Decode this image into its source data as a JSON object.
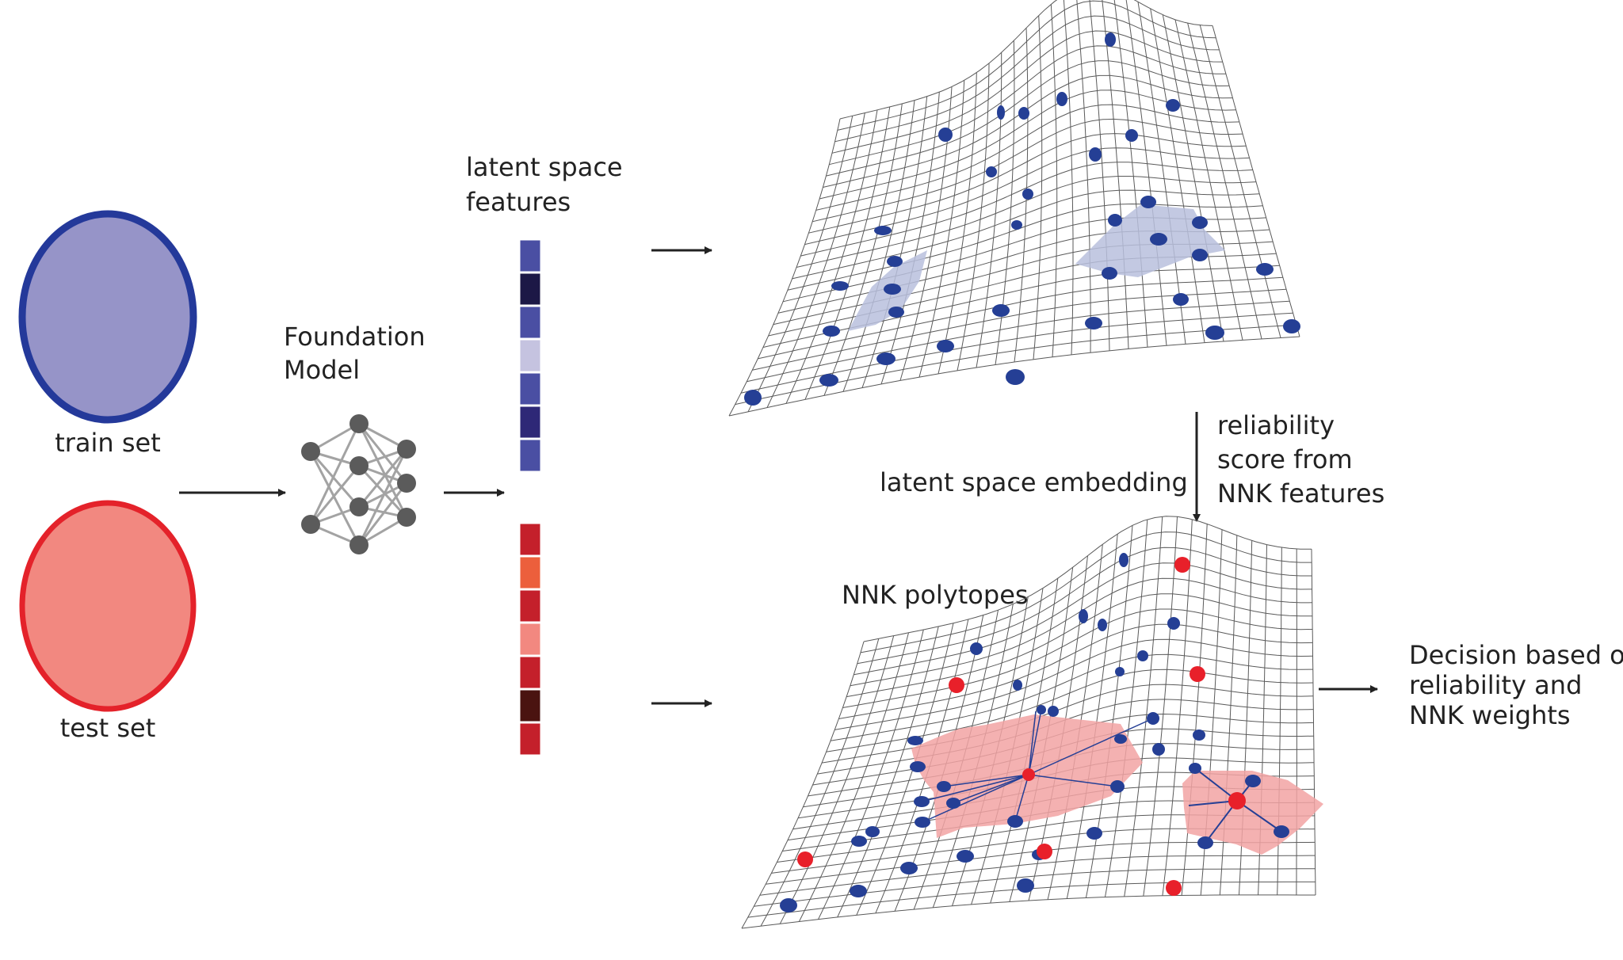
{
  "labels": {
    "train_set": "train set",
    "test_set": "test set",
    "foundation_model": [
      "Foundation",
      "Model"
    ],
    "latent_features": [
      "latent space",
      "features"
    ],
    "latent_embedding": "latent space embedding",
    "reliability": [
      "reliability",
      "score from",
      "NNK features"
    ],
    "nnk_polytopes": "NNK polytopes",
    "decision": [
      "Decision based on",
      "reliability and",
      "NNK weights"
    ]
  },
  "colors": {
    "train_fill": "#9694c8",
    "train_stroke": "#24399a",
    "test_fill": "#f28880",
    "test_stroke": "#e4222a",
    "blue_point": "#253f95",
    "red_point": "#e8202a",
    "network": "#5b5b5b",
    "blue_polytope": "#b9bfdd",
    "red_polytope": "#f2a3a3"
  },
  "feature_vectors": {
    "train": [
      "#4a4fa3",
      "#1c1846",
      "#4a4fa3",
      "#c5c3e0",
      "#4a4fa3",
      "#2e2877",
      "#4a4fa3"
    ],
    "test": [
      "#c4202b",
      "#ec5f3c",
      "#c4202b",
      "#f28880",
      "#c4202b",
      "#4a1310",
      "#c4202b"
    ]
  }
}
